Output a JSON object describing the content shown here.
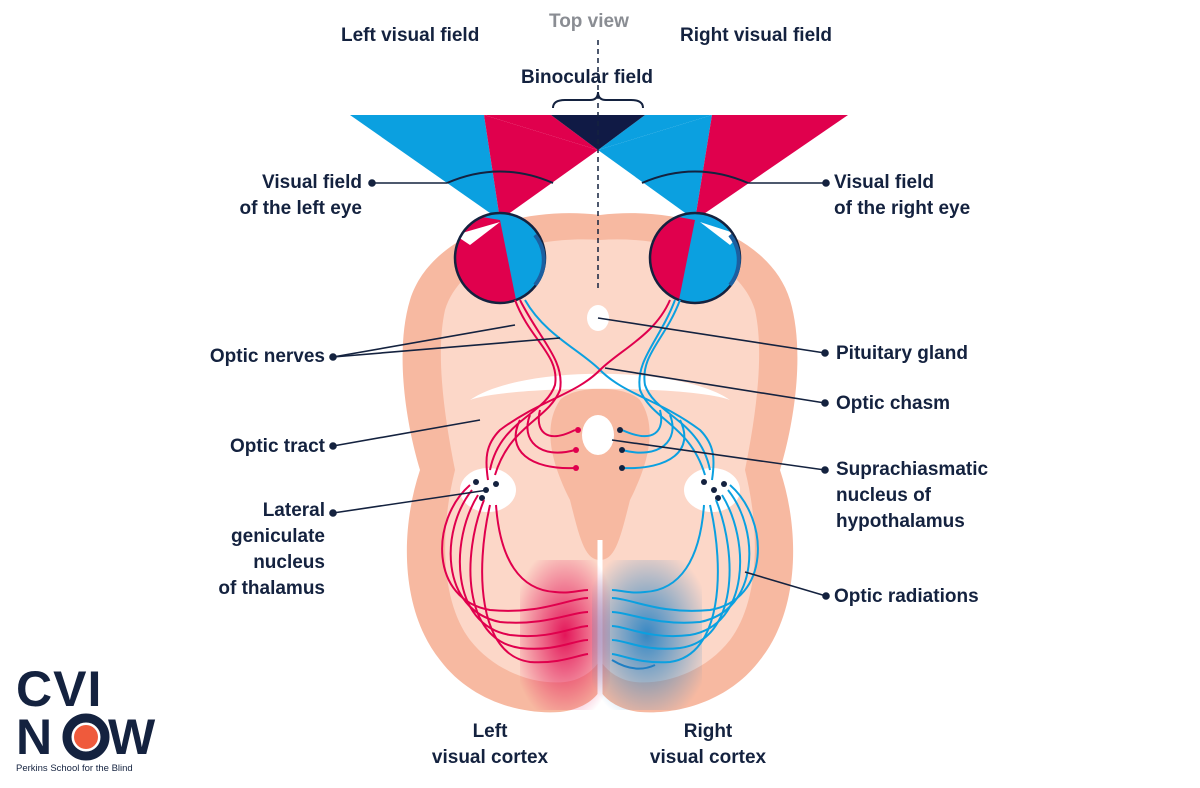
{
  "labels": {
    "top_view": "Top view",
    "left_visual_field": "Left visual field",
    "right_visual_field": "Right visual field",
    "binocular_field": "Binocular field",
    "visual_field_left_eye_1": "Visual field",
    "visual_field_left_eye_2": "of the left eye",
    "visual_field_right_eye_1": "Visual field",
    "visual_field_right_eye_2": "of the right eye",
    "optic_nerves": "Optic nerves",
    "pituitary_gland": "Pituitary gland",
    "optic_chasm": "Optic chasm",
    "optic_tract": "Optic tract",
    "suprachiasmatic_1": "Suprachiasmatic",
    "suprachiasmatic_2": "nucleus of",
    "suprachiasmatic_3": "hypothalamus",
    "lgn_1": "Lateral",
    "lgn_2": "geniculate",
    "lgn_3": "nucleus",
    "lgn_4": "of thalamus",
    "optic_radiations": "Optic radiations",
    "left_cortex_1": "Left",
    "left_cortex_2": "visual cortex",
    "right_cortex_1": "Right",
    "right_cortex_2": "visual cortex"
  },
  "logo": {
    "line1": "CVI",
    "line2_a": "N",
    "line2_b": "W",
    "subtitle": "Perkins School for the Blind"
  },
  "colors": {
    "blue": "#0ba0e0",
    "red": "#e0004d",
    "navy": "#14223f",
    "brain_outer": "#f7b9a1",
    "brain_inner": "#fbd4c4",
    "logo_dot": "#ef5a3c"
  }
}
